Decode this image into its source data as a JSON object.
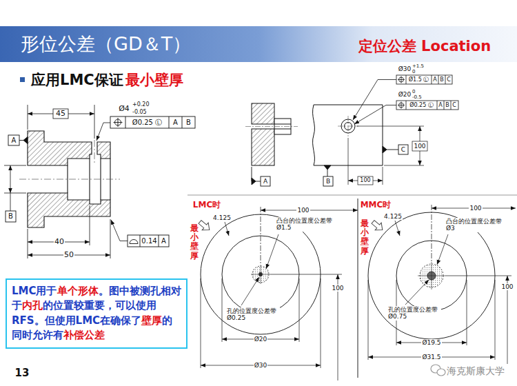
{
  "diagram": {
    "title": "形位公差（GD＆T）",
    "nodes": [
      {
        "text": [
          "LMC用于",
          "单个形体",
          "。图中被测孔相对于",
          "内孔",
          "的位置较重要，可以使用RFS。但使用LMC在确保了",
          "壁厚",
          "的同时允许有",
          "补偿公差"
        ]
      }
    ],
    "labels": [
      "定位公差 Location",
      "应用LMC保证",
      "最小壁厚",
      "45",
      "Ø4",
      "+0.20",
      "-0.05",
      "Ø0.25 Ⓛ",
      "A",
      "B",
      "A",
      "B",
      "40",
      "50",
      "0.14",
      "A",
      "Ø30",
      "+1.5",
      "0",
      "Ø1.5 Ⓛ",
      "A",
      "B",
      "C",
      "Ø20",
      "0",
      "-0.5",
      "Ø0.25 Ⓛ",
      "A",
      "B",
      "C",
      "C",
      "100",
      "A",
      "B",
      "100",
      "LMC时",
      "最小壁厚",
      "4.125",
      "100",
      "凸台的位置度公差带 Ø1.5",
      "100",
      "孔的位置度公差带 Ø0.25",
      "Ø20",
      "Ø30",
      "MMC时",
      "最小壁厚",
      "4.125",
      "100",
      "凸台的位置度公差带 Ø3",
      "100",
      "孔的位置度公差带 Ø0.75",
      "Ø19.5",
      "Ø31.5",
      "13",
      "海克斯康大学"
    ]
  }
}
